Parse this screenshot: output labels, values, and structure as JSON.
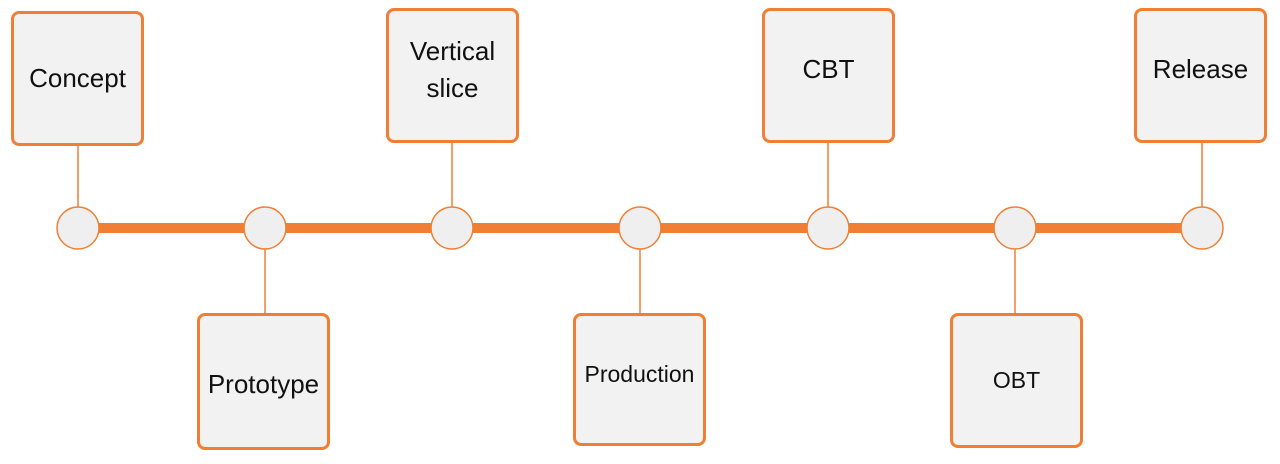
{
  "colors": {
    "accent": "#f07f35",
    "box_fill": "#f2f2f2",
    "node_fill": "#efefef",
    "text": "#111111"
  },
  "milestones": [
    {
      "label": "Concept",
      "position": "above"
    },
    {
      "label": "Prototype",
      "position": "below"
    },
    {
      "label": "Vertical\nslice",
      "position": "above"
    },
    {
      "label": "Production",
      "position": "below"
    },
    {
      "label": "CBT",
      "position": "above"
    },
    {
      "label": "OBT",
      "position": "below"
    },
    {
      "label": "Release",
      "position": "above"
    }
  ]
}
